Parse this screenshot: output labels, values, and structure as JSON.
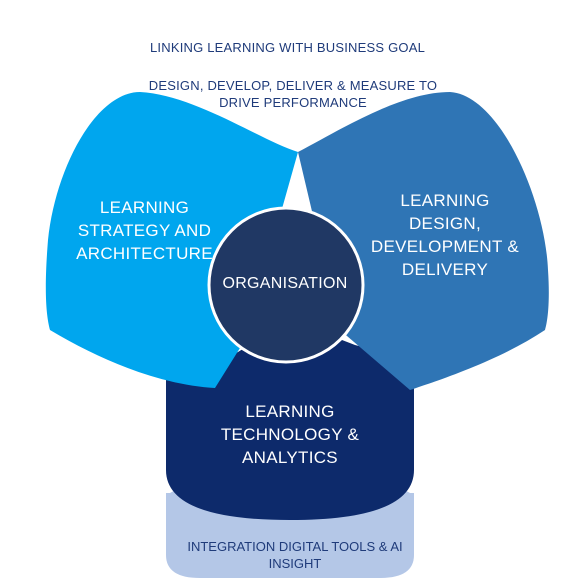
{
  "header": {
    "title": "LINKING LEARNING WITH BUSINESS GOAL",
    "subtitle": "DESIGN, DEVELOP, DELIVER & MEASURE TO DRIVE PERFORMANCE"
  },
  "segments": {
    "left": {
      "label": "LEARNING STRATEGY AND ARCHITECTURE",
      "color": "#00a6ee"
    },
    "right": {
      "label": "LEARNING DESIGN, DEVELOPMENT & DELIVERY",
      "color": "#2f75b5"
    },
    "bottom": {
      "label": "LEARNING TECHNOLOGY & ANALYTICS",
      "color": "#0d2a6b"
    }
  },
  "center": {
    "label": "ORGANISATION",
    "color": "#203864"
  },
  "base": {
    "label": "INTEGRATION DIGITAL TOOLS & AI INSIGHT",
    "color": "#b4c7e7"
  }
}
